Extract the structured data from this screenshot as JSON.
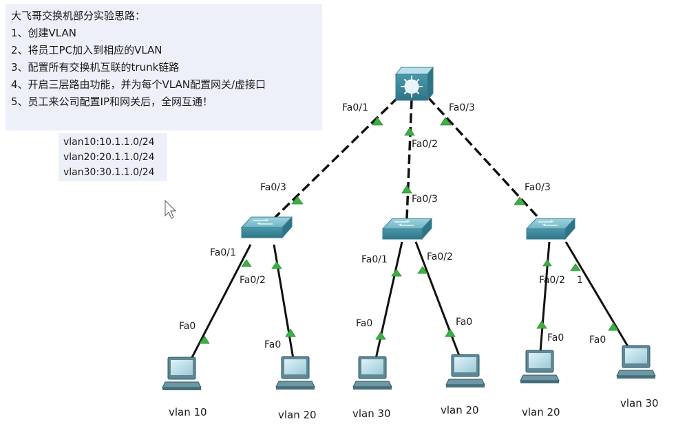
{
  "notes": {
    "title": "大飞哥交换机部分实验思路：",
    "steps": [
      "1、创建VLAN",
      "2、将员工PC加入到相应的VLAN",
      "3、配置所有交换机互联的trunk链路",
      "4、开启三层路由功能，并为每个VLAN配置网关/虚接口",
      "5、员工来公司配置IP和网关后，全网互通！"
    ]
  },
  "vlan_info": [
    "vlan10:10.1.1.0/24",
    "vlan20:20.1.1.0/24",
    "vlan30:30.1.1.0/24"
  ],
  "port_labels": {
    "core_left": "Fa0/1",
    "core_mid": "Fa0/2",
    "core_right": "Fa0/3",
    "sw1_up": "Fa0/3",
    "sw2_up": "Fa0/3",
    "sw3_up": "Fa0/3",
    "sw1_p1": "Fa0/1",
    "sw1_p2": "Fa0/2",
    "sw2_p1": "Fa0/1",
    "sw2_p2": "Fa0/2",
    "sw3_p1": "Fa0/2",
    "sw3_p2": "1",
    "pc1": "Fa0",
    "pc2": "Fa0",
    "pc3": "Fa0",
    "pc4": "Fa0",
    "pc5": "Fa0",
    "pc6": "Fa0"
  },
  "pcs": [
    "vlan 10",
    "vlan 20",
    "vlan 30",
    "vlan 20",
    "vlan 20",
    "vlan 30"
  ],
  "colors": {
    "link_up": "#111111",
    "link_trunk": "#111111",
    "port_up": "#3cb043",
    "switch": "#5aa3b4",
    "note_bg": "#eef0f9"
  },
  "icons": [
    "multilayer-switch-icon",
    "switch-icon",
    "pc-icon",
    "mouse-cursor-icon"
  ]
}
